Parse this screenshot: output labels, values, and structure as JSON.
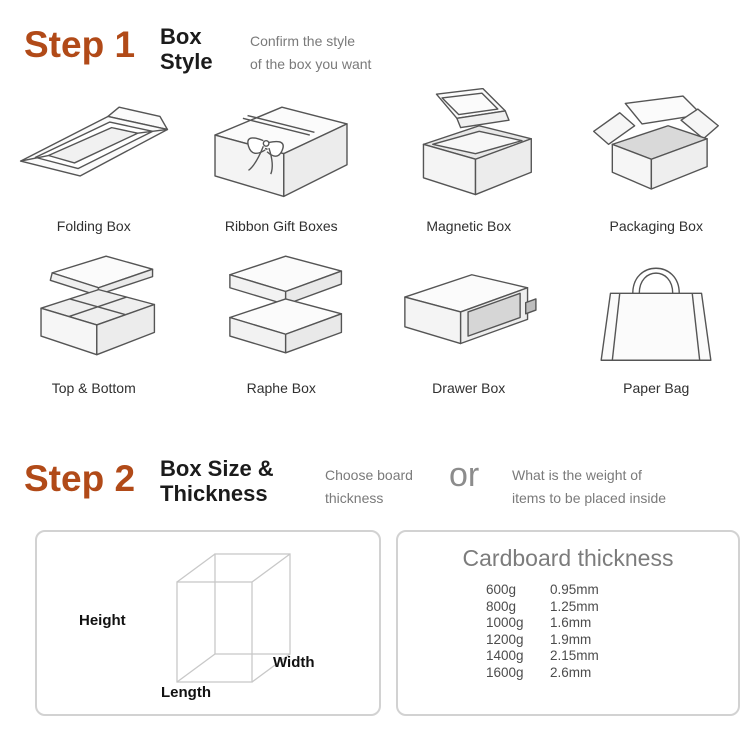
{
  "step1": {
    "label": "Step 1",
    "title_line1": "Box",
    "title_line2": "Style",
    "desc_line1": "Confirm the style",
    "desc_line2": "of the box you want",
    "boxes": [
      {
        "name": "Folding Box"
      },
      {
        "name": "Ribbon Gift Boxes"
      },
      {
        "name": "Magnetic Box"
      },
      {
        "name": "Packaging Box"
      },
      {
        "name": "Top & Bottom"
      },
      {
        "name": "Raphe Box"
      },
      {
        "name": "Drawer Box"
      },
      {
        "name": "Paper Bag"
      }
    ]
  },
  "step2": {
    "label": "Step 2",
    "title_line1": "Box Size &",
    "title_line2": "Thickness",
    "option1_line1": "Choose board",
    "option1_line2": "thickness",
    "or_text": "or",
    "option2_line1": "What is the weight of",
    "option2_line2": "items to be placed inside"
  },
  "size_panel": {
    "height_label": "Height",
    "width_label": "Width",
    "length_label": "Length"
  },
  "thickness_panel": {
    "title": "Cardboard thickness",
    "rows": [
      {
        "weight": "600g",
        "thickness": "0.95mm"
      },
      {
        "weight": "800g",
        "thickness": "1.25mm"
      },
      {
        "weight": "1000g",
        "thickness": "1.6mm"
      },
      {
        "weight": "1200g",
        "thickness": "1.9mm"
      },
      {
        "weight": "1400g",
        "thickness": "2.15mm"
      },
      {
        "weight": "1600g",
        "thickness": "2.6mm"
      }
    ]
  },
  "colors": {
    "accent": "#b14a18",
    "text_dark": "#1b1b1b",
    "text_gray": "#7a7a7a",
    "line_art": "#555555",
    "panel_border": "#d2d2d2"
  }
}
